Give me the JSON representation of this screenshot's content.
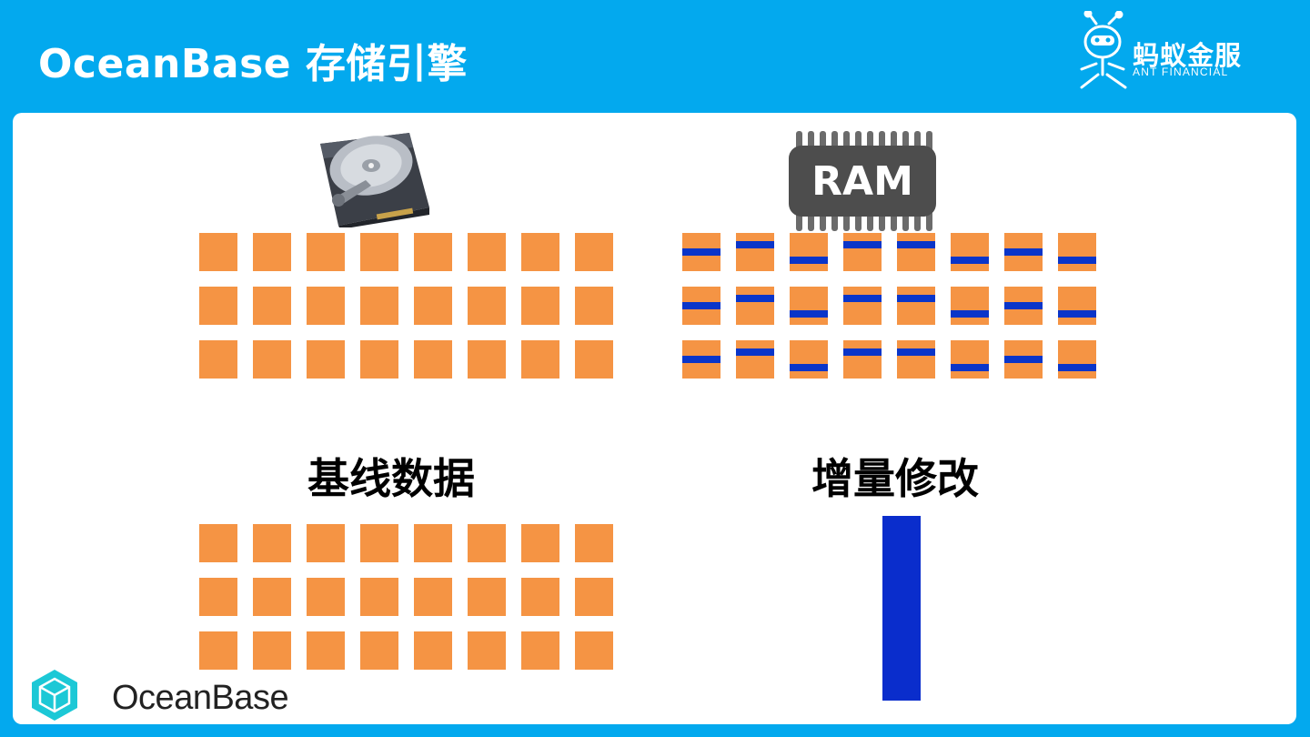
{
  "header": {
    "title": "OceanBase 存储引擎"
  },
  "brand": {
    "name_cn": "蚂蚁金服",
    "name_en": "ANT FINANCIAL"
  },
  "diagram": {
    "ram_chip_label": "RAM",
    "baseline_label": "基线数据",
    "delta_label": "增量修改",
    "baseline_block_color": "#F59444",
    "delta_color": "#0A2DCC",
    "grid_rows": 3,
    "grid_cols": 8,
    "ram_bar_pattern": [
      [
        "mid",
        "top",
        "low",
        "top",
        "top",
        "low",
        "mid",
        "low"
      ],
      [
        "mid",
        "top",
        "low",
        "top",
        "top",
        "low",
        "mid",
        "low"
      ],
      [
        "mid",
        "top",
        "low",
        "top",
        "top",
        "low",
        "mid",
        "low"
      ]
    ]
  },
  "footer": {
    "logo_text": "OceanBase"
  },
  "colors": {
    "background": "#03A9EE",
    "panel": "#FFFFFF"
  }
}
